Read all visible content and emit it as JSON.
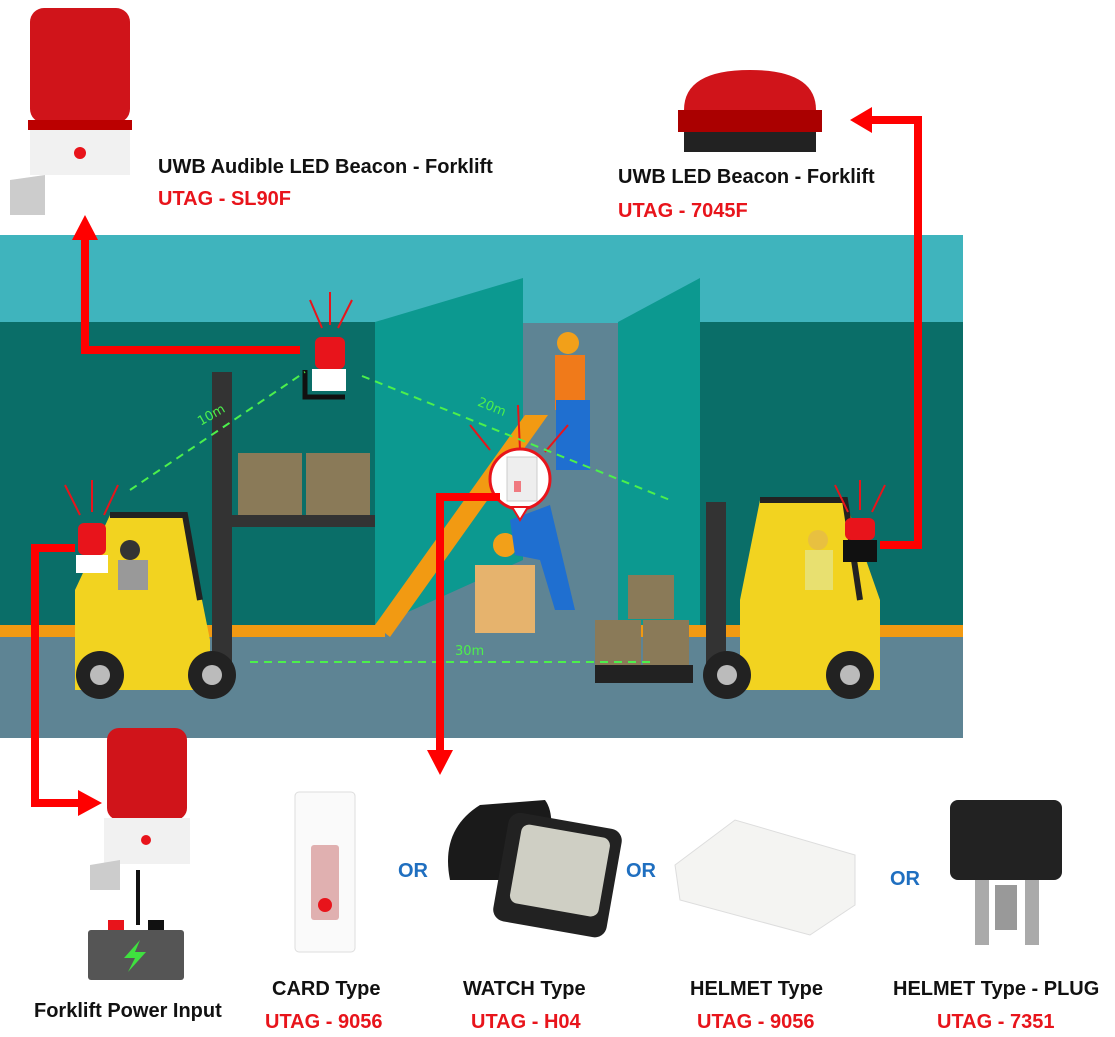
{
  "beacons": {
    "audible": {
      "title": "UWB Audible LED Beacon - Forklift",
      "model": "UTAG - SL90F"
    },
    "led": {
      "title": "UWB LED Beacon - Forklift",
      "model": "UTAG - 7045F"
    }
  },
  "power": {
    "label": "Forklift Power Input"
  },
  "tags": [
    {
      "type": "CARD Type",
      "model": "UTAG - 9056"
    },
    {
      "type": "WATCH Type",
      "model": "UTAG - H04"
    },
    {
      "type": "HELMET Type",
      "model": "UTAG - 9056"
    },
    {
      "type": "HELMET Type - PLUG",
      "model": "UTAG - 7351"
    }
  ],
  "or_label": "OR",
  "distances": {
    "d1": "10m",
    "d2": "20m",
    "d3": "30m"
  },
  "colors": {
    "accent_red": "#e8141b",
    "or_blue": "#1f6fc0",
    "range_green": "#4cf04c",
    "wall_teal": "#0a7a72",
    "floor": "#5e8494"
  }
}
